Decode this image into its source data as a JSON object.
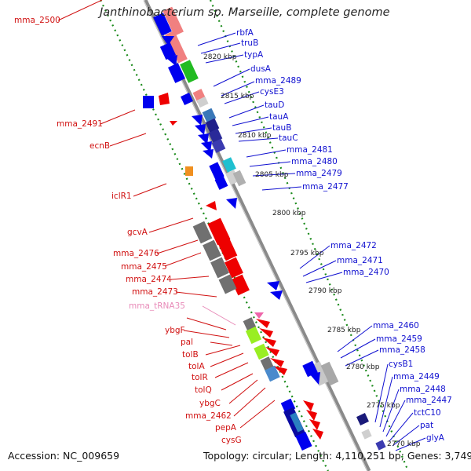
{
  "header": {
    "title": "Janthinobacterium sp. Marseille, complete genome"
  },
  "footer": {
    "accession": "Accession: NC_009659",
    "topology": "Topology: circular; Length: 4,110,251 bp; Genes: 3,749"
  },
  "colors": {
    "forward_gene": "#0000ee",
    "reverse_gene": "#ee0000",
    "backbone": "#8a8a8a",
    "ring_dots": "#1a8a1a",
    "blue_label": "#1010d0",
    "red_label": "#d01010",
    "trna_label": "#e88ab8"
  },
  "kbp_ticks": [
    "2820 kbp",
    "2815 kbp",
    "2810 kbp",
    "2805 kbp",
    "2800 kbp",
    "2795 kbp",
    "2790 kbp",
    "2785 kbp",
    "2780 kbp",
    "2775 kbp",
    "2770 kbp"
  ],
  "blue_labels": [
    "rbfA",
    "truB",
    "typA",
    "dusA",
    "mma_2489",
    "cysE3",
    "tauD",
    "tauA",
    "tauB",
    "tauC",
    "mma_2481",
    "mma_2480",
    "mma_2479",
    "mma_2477",
    "mma_2472",
    "mma_2471",
    "mma_2470",
    "mma_2460",
    "mma_2459",
    "mma_2458",
    "cysB1",
    "mma_2449",
    "mma_2448",
    "mma_2447",
    "tctC10",
    "pat",
    "glyA"
  ],
  "red_labels": [
    "mma_2500",
    "mma_2491",
    "ecnB",
    "iclR1",
    "gcvA",
    "mma_2476",
    "mma_2475",
    "mma_2474",
    "mma_2473",
    "ybgF",
    "pal",
    "tolB",
    "tolA",
    "tolR",
    "tolQ",
    "ybgC",
    "mma_2462",
    "pepA",
    "cysG"
  ],
  "trna_labels": [
    "mma_tRNA35"
  ]
}
